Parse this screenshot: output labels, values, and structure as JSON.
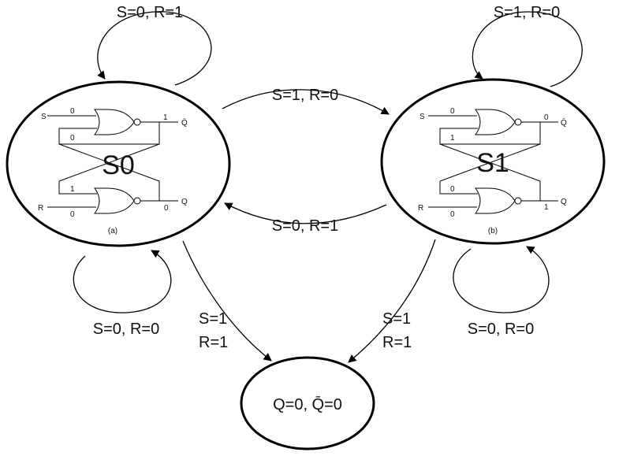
{
  "states": {
    "s0": {
      "name": "S0",
      "caption": "(a)",
      "inputs": {
        "s_label": "S",
        "r_label": "R"
      },
      "outputs": {
        "qbar_label": "Q̄",
        "q_label": "Q"
      },
      "values": {
        "s_in": "0",
        "s_fb": "0",
        "r_fb": "1",
        "r_in": "0",
        "qbar_out": "1",
        "q_out": "0"
      }
    },
    "s1": {
      "name": "S1",
      "caption": "(b)",
      "inputs": {
        "s_label": "S",
        "r_label": "R"
      },
      "outputs": {
        "qbar_label": "Q̄",
        "q_label": "Q"
      },
      "values": {
        "s_in": "0",
        "s_fb": "1",
        "r_fb": "0",
        "r_in": "0",
        "qbar_out": "0",
        "q_out": "1"
      }
    },
    "invalid": {
      "label": "Q=0, Q̄=0"
    }
  },
  "transitions": {
    "s0_self_top": "S=0, R=1",
    "s1_self_top": "S=1, R=0",
    "s0_to_s1": "S=1, R=0",
    "s1_to_s0": "S=0, R=1",
    "s0_self_bottom": "S=0, R=0",
    "s1_self_bottom": "S=0, R=0",
    "s0_to_invalid": {
      "line1": "S=1",
      "line2": "R=1"
    },
    "s1_to_invalid": {
      "line1": "S=1",
      "line2": "R=1"
    }
  }
}
